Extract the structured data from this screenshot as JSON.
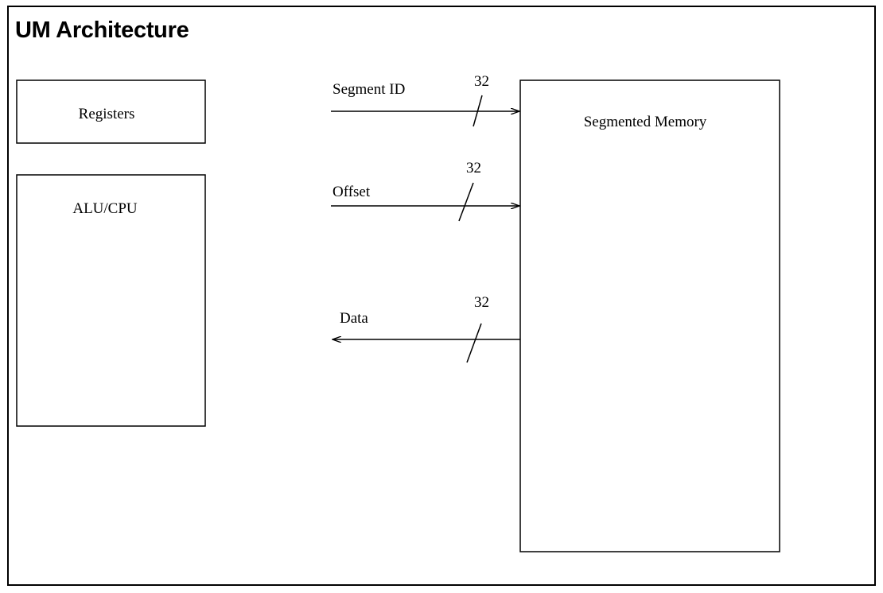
{
  "title": "UM Architecture",
  "blocks": {
    "registers": "Registers",
    "alu": "ALU/CPU",
    "memory": "Segmented Memory"
  },
  "signals": [
    {
      "name": "Segment ID",
      "width": "32",
      "direction": "to-memory"
    },
    {
      "name": "Offset",
      "width": "32",
      "direction": "to-memory"
    },
    {
      "name": "Data",
      "width": "32",
      "direction": "from-memory"
    }
  ],
  "colors": {
    "line": "#000000",
    "background": "#ffffff"
  }
}
